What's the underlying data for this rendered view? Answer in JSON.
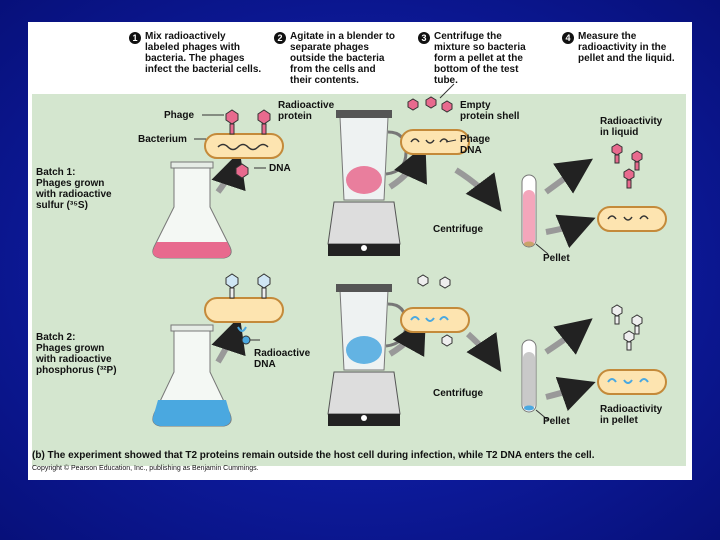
{
  "steps": [
    {
      "num": "1",
      "text": "Mix radioactively\nlabeled phages with\nbacteria. The phages\ninfect the bacterial cells."
    },
    {
      "num": "2",
      "text": "Agitate in a blender to\nseparate phages\noutside the bacteria\nfrom the cells and\ntheir contents."
    },
    {
      "num": "3",
      "text": "Centrifuge the\nmixture so bacteria\nform a pellet at the\nbottom of the test\ntube."
    },
    {
      "num": "4",
      "text": "Measure the\nradioactivity in the\npellet and the liquid."
    }
  ],
  "labels": {
    "phage": "Phage",
    "bacterium": "Bacterium",
    "radioactive_protein": "Radioactive\nprotein",
    "dna": "DNA",
    "empty_shell": "Empty\nprotein shell",
    "phage_dna": "Phage\nDNA",
    "radioactivity_liquid": "Radioactivity\nin liquid",
    "centrifuge_1": "Centrifuge",
    "pellet_1": "Pellet",
    "radioactive_dna": "Radioactive\nDNA",
    "centrifuge_2": "Centrifuge",
    "pellet_2": "Pellet",
    "radioactivity_pellet": "Radioactivity\nin pellet"
  },
  "batch1": {
    "title": "Batch 1:",
    "desc": "Phages grown\nwith radioactive\nsulfur (³⁵S)"
  },
  "batch2": {
    "title": "Batch 2:",
    "desc": "Phages grown\nwith radioactive\nphosphorus (³²P)"
  },
  "caption": "(b) The experiment showed that T2 proteins remain outside the host cell during infection, while T2 DNA enters the cell.",
  "copyright": "Copyright © Pearson Education, Inc., publishing as Benjamin Cummings.",
  "colors": {
    "sulfur": "#e86a8e",
    "phosphorus": "#4aa8e0",
    "panel": "#d4e6cf",
    "cell": "#fde4b0"
  }
}
